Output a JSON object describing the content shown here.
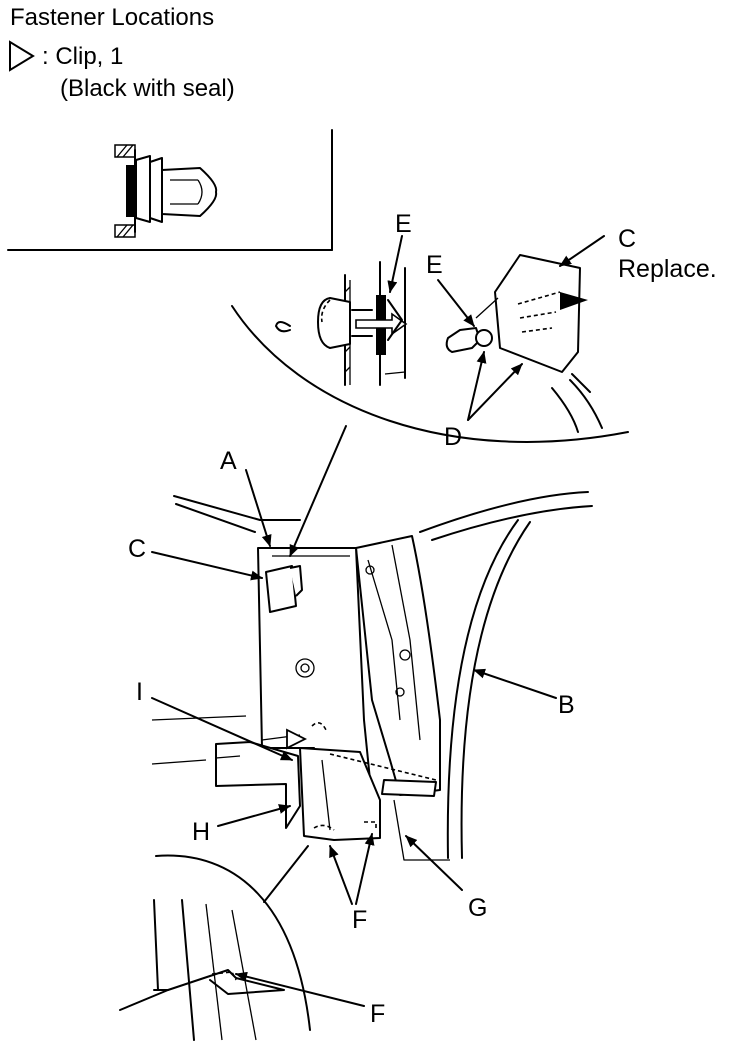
{
  "header": {
    "title": "Fastener Locations",
    "legend_text": ": Clip, 1",
    "legend_note": "(Black with seal)"
  },
  "labels": {
    "a": "A",
    "b": "B",
    "c_top": "C",
    "c_top_note": "Replace.",
    "c_side": "C",
    "d": "D",
    "e_left": "E",
    "e_right": "E",
    "f_main": "F",
    "f_detail": "F",
    "g": "G",
    "h": "H",
    "i": "I"
  },
  "icons": {
    "legend_symbol": "clip-triangle-icon",
    "clip_location_marker": "clip-triangle-icon"
  }
}
